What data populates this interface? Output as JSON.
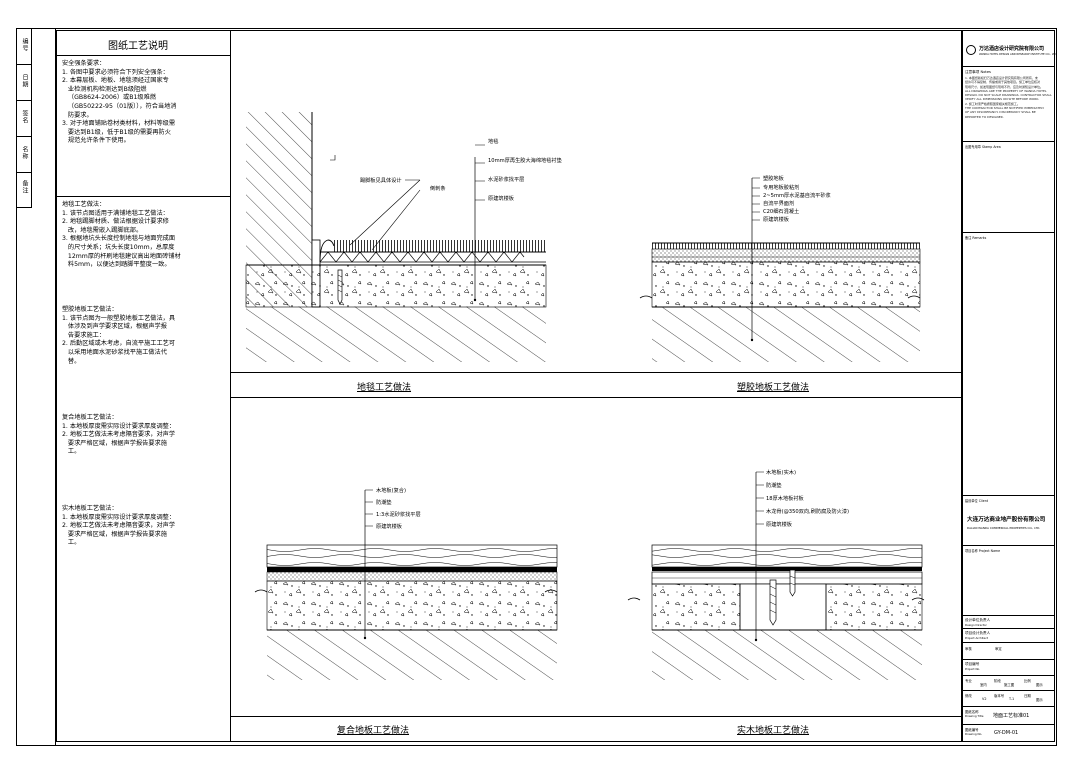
{
  "side_strip": [
    "编号",
    "日期",
    "签名",
    "名称",
    "备注"
  ],
  "notes": {
    "title": "图纸工艺说明",
    "safety": "安全强条要求：\n1. 各图中要求必须符合下列安全强条：\n2. 本幕层板、地板、地毯须经过国家专\n   业检测机构检测达到B级阻燃\n   （GB8624-2006）或B1级难燃\n   （GB50222-95（01版）），符合当地消\n   防要求。\n3. 对于地面铺贴卷材类材料，材料等级需\n   要达到B1级，低于B1级的需要再防火\n   规范允许条件下使用。",
    "carpet": "地毯工艺做法：\n1. 该节点图适用于满铺地毯工艺做法：\n2. 地毯踢脚材质、做法根据设计要求修\n   改，地毯需嵌入踢脚底部。\n3. 根据地坑头长度控制地毯与地面完成面\n   的尺寸关系；坑头长度10mm，总厚度\n   12mm厚的杆刷地毯建议高出地面砖铺材\n   料5mm，以便达到踏脚平整度一致。",
    "vinyl": "塑胶地板工艺做法：\n1. 该节点图为一般塑胶地板工艺做法，具\n   体涉及到声学要求区域，根据声学报\n   告要求施工：\n2. 后勤区域或木考虑，自流平施工工艺可\n   以采用地面水泥砂浆找平施工做法代\n   替。",
    "composite": "复合地板工艺做法：\n1. 本地板厚度需实际设计要求厚度调整：\n2. 地板工艺做法未考虑隔音要求，对声学\n   要求严格区域，根据声学报告要求施\n   工。",
    "solid": "实木地板工艺做法：\n1. 本地板厚度需实际设计要求厚度调整：\n2. 地板工艺做法未考虑隔音要求，对声学\n   要求严格区域，根据声学报告要求施\n   工。"
  },
  "details": {
    "carpet": {
      "caption": "地毯工艺做法",
      "labels": [
        "地毯",
        "10mm厚再生胶大海绵地毯衬垫",
        "水泥砂浆找平层",
        "原建筑楼板",
        "踢脚板见具体设计",
        "倒刺条"
      ]
    },
    "vinyl": {
      "caption": "塑胶地板工艺做法",
      "labels": [
        "塑胶地板",
        "专用地板胶粘剂",
        "2~5mm厚水泥基自流平砂浆",
        "自流平界面剂",
        "C20细石混凝土",
        "原建筑楼板"
      ]
    },
    "composite": {
      "caption": "复合地板工艺做法",
      "labels": [
        "木地板(复合)",
        "防潮垫",
        "1:3水泥砂浆找平层",
        "原建筑楼板"
      ]
    },
    "solid": {
      "caption": "实木地板工艺做法",
      "labels": [
        "木地板(实木)",
        "防潮垫",
        "18厚木地板衬板",
        "木龙骨(@350双向,刷防腐及防火漆)",
        "原建筑楼板"
      ]
    }
  },
  "title_block": {
    "company": "万达酒店设计研究院有限公司",
    "company_en": "WANDA HOTEL DESIGN AND RESEARCH INSTITUTE CO., LTD.",
    "notice_head": "注意事项 Notes",
    "notice_text": "1. 本图纸版权归万达酒店设计研究院有限公司所有，未\n经许可不得复制、传播或用于其他项目。施工单位应核对\n现场尺寸，如发现图纸与现场不符，应及时通知设计单位。\nALL DRAWINGS ARE THE PROPERTY OF WANDA HOTEL\nDESIGN. DO NOT SCALE DRAWINGS. CONTRACTOR SHALL\nVERIFY ALL DIMENSIONS ON SITE BEFORE WORK.\n2. 施工时须严格按照国家相关规范施工。\nTHE CONTRACTOR SHALL BE NOTIFIED IMMEDIATELY\nOF ANY DISCREPANCY. DISCREPANCY SHALL BE\nREPORTED TO DESIGNER.",
    "stamp_label": "出图专用章 Stamp Area",
    "remarks_label": "备注 Remarks",
    "client_label": "建设单位 Client",
    "client_cn": "大连万达商业地产股份有限公司",
    "client_en": "DALIAN WANDA COMMERCIAL PROPERTIES CO., LTD.",
    "project_label": "项目名称 Project Name",
    "fields": [
      [
        "设计单位负责人",
        "Design Director"
      ],
      [
        "项目设计负责人",
        "Project Architect"
      ],
      [
        "审核",
        "审定"
      ],
      [
        "项目编号",
        "Project No."
      ],
      [
        "专业",
        "室内",
        "阶段",
        "施工图",
        "比例",
        "图示"
      ],
      [
        "修改",
        "V2",
        "版本号",
        "T-1",
        "日期",
        "图示"
      ],
      [
        "图纸名称",
        "Drawing Title"
      ],
      [
        "图纸编号",
        "Drawing No."
      ]
    ],
    "drawing_title": "地面工艺标准01",
    "drawing_no": "GY-DM-01"
  }
}
